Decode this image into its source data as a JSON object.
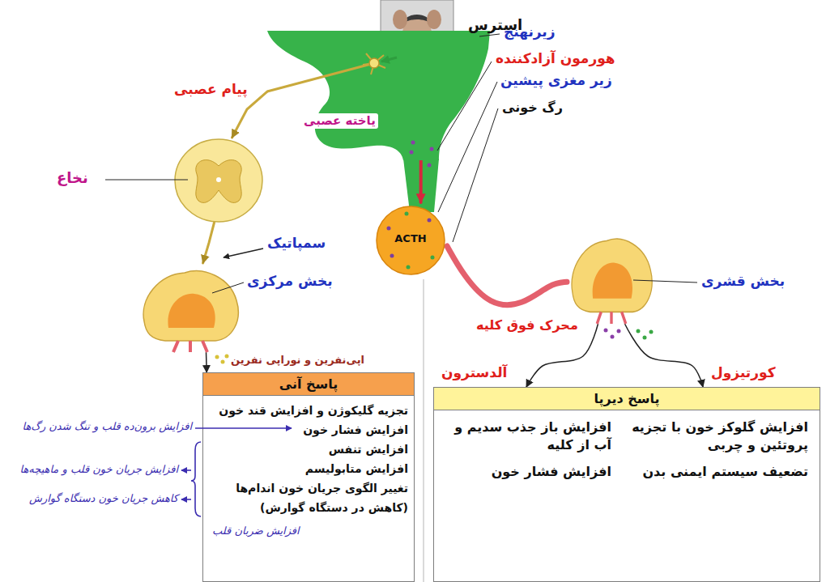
{
  "diagram": {
    "nodes": [
      {
        "text": [
          "زیرنهنج"
        ]
      },
      {
        "text": [
          "زیر مغزی پیشین",
          "ACTH"
        ]
      },
      {
        "text": [
          "نخاع"
        ]
      },
      {
        "text": [
          "بخش مرکزی"
        ]
      },
      {
        "text": [
          "بخش قشری"
        ]
      },
      {
        "text": [
          "پاسخ آنی",
          "تجزیه گلیکوژن و افزایش قند خون",
          "افزایش فشار خون",
          "افزایش تنفس",
          "افزایش متابولیسم",
          "تغییر الگوی جریان خون اندام‌ها (کاهش در دستگاه گوارش)"
        ]
      },
      {
        "text": [
          "پاسخ دیرپا",
          "افزایش گلوکز خون با تجزیه پروتئین و چربی",
          "افزایش باز جذب سدیم و آب از کلیه",
          "تضعیف سیستم ایمنی بدن",
          "افزایش فشار خون"
        ]
      }
    ],
    "edges": [
      {
        "from": 0,
        "to": 2,
        "arrow": "to",
        "label": "پیام عصبی"
      },
      {
        "from": 2,
        "to": 3,
        "arrow": "to",
        "label": "سمپاتیک"
      },
      {
        "from": 0,
        "to": 1,
        "arrow": "to"
      },
      {
        "from": 1,
        "to": 4,
        "arrow": "none",
        "label": "محرک فوق کلیه"
      },
      {
        "from": 3,
        "to": 5,
        "arrow": "to",
        "label": "اپی‌نفرین و نوراپی نفرین"
      },
      {
        "from": 4,
        "to": 6,
        "arrow": "to",
        "label": "آلدسترون"
      },
      {
        "from": 4,
        "to": 6,
        "arrow": "to",
        "label": "کورتیزول"
      }
    ],
    "labels": [
      "استرس",
      "یاخته عصبی",
      "هورمون آزادکننده",
      "رگ خونی",
      "افزایش برون‌ده قلب و تنگ شدن رگ‌ها",
      "افزایش جریان خون قلب و ماهیچه‌ها",
      "کاهش جریان خون دستگاه گوارش",
      "افزایش ضربان قلب"
    ]
  }
}
